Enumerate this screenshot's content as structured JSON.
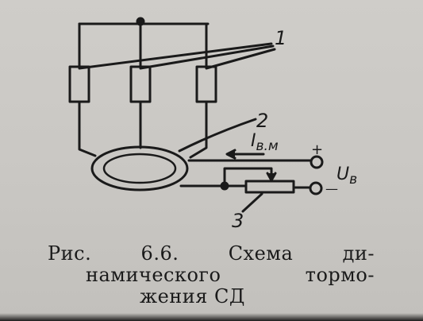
{
  "labels": {
    "resistors_ref": "1",
    "stator_ref": "2",
    "rheostat_ref": "3",
    "current_main": "I",
    "current_sub": "в.м",
    "plus": "+",
    "minus": "—",
    "voltage_main": "U",
    "voltage_sub": "в"
  },
  "caption": {
    "line1": "Рис. 6.6. Схема ди-",
    "line2": "намического тормо-",
    "line3": "жения СД"
  }
}
